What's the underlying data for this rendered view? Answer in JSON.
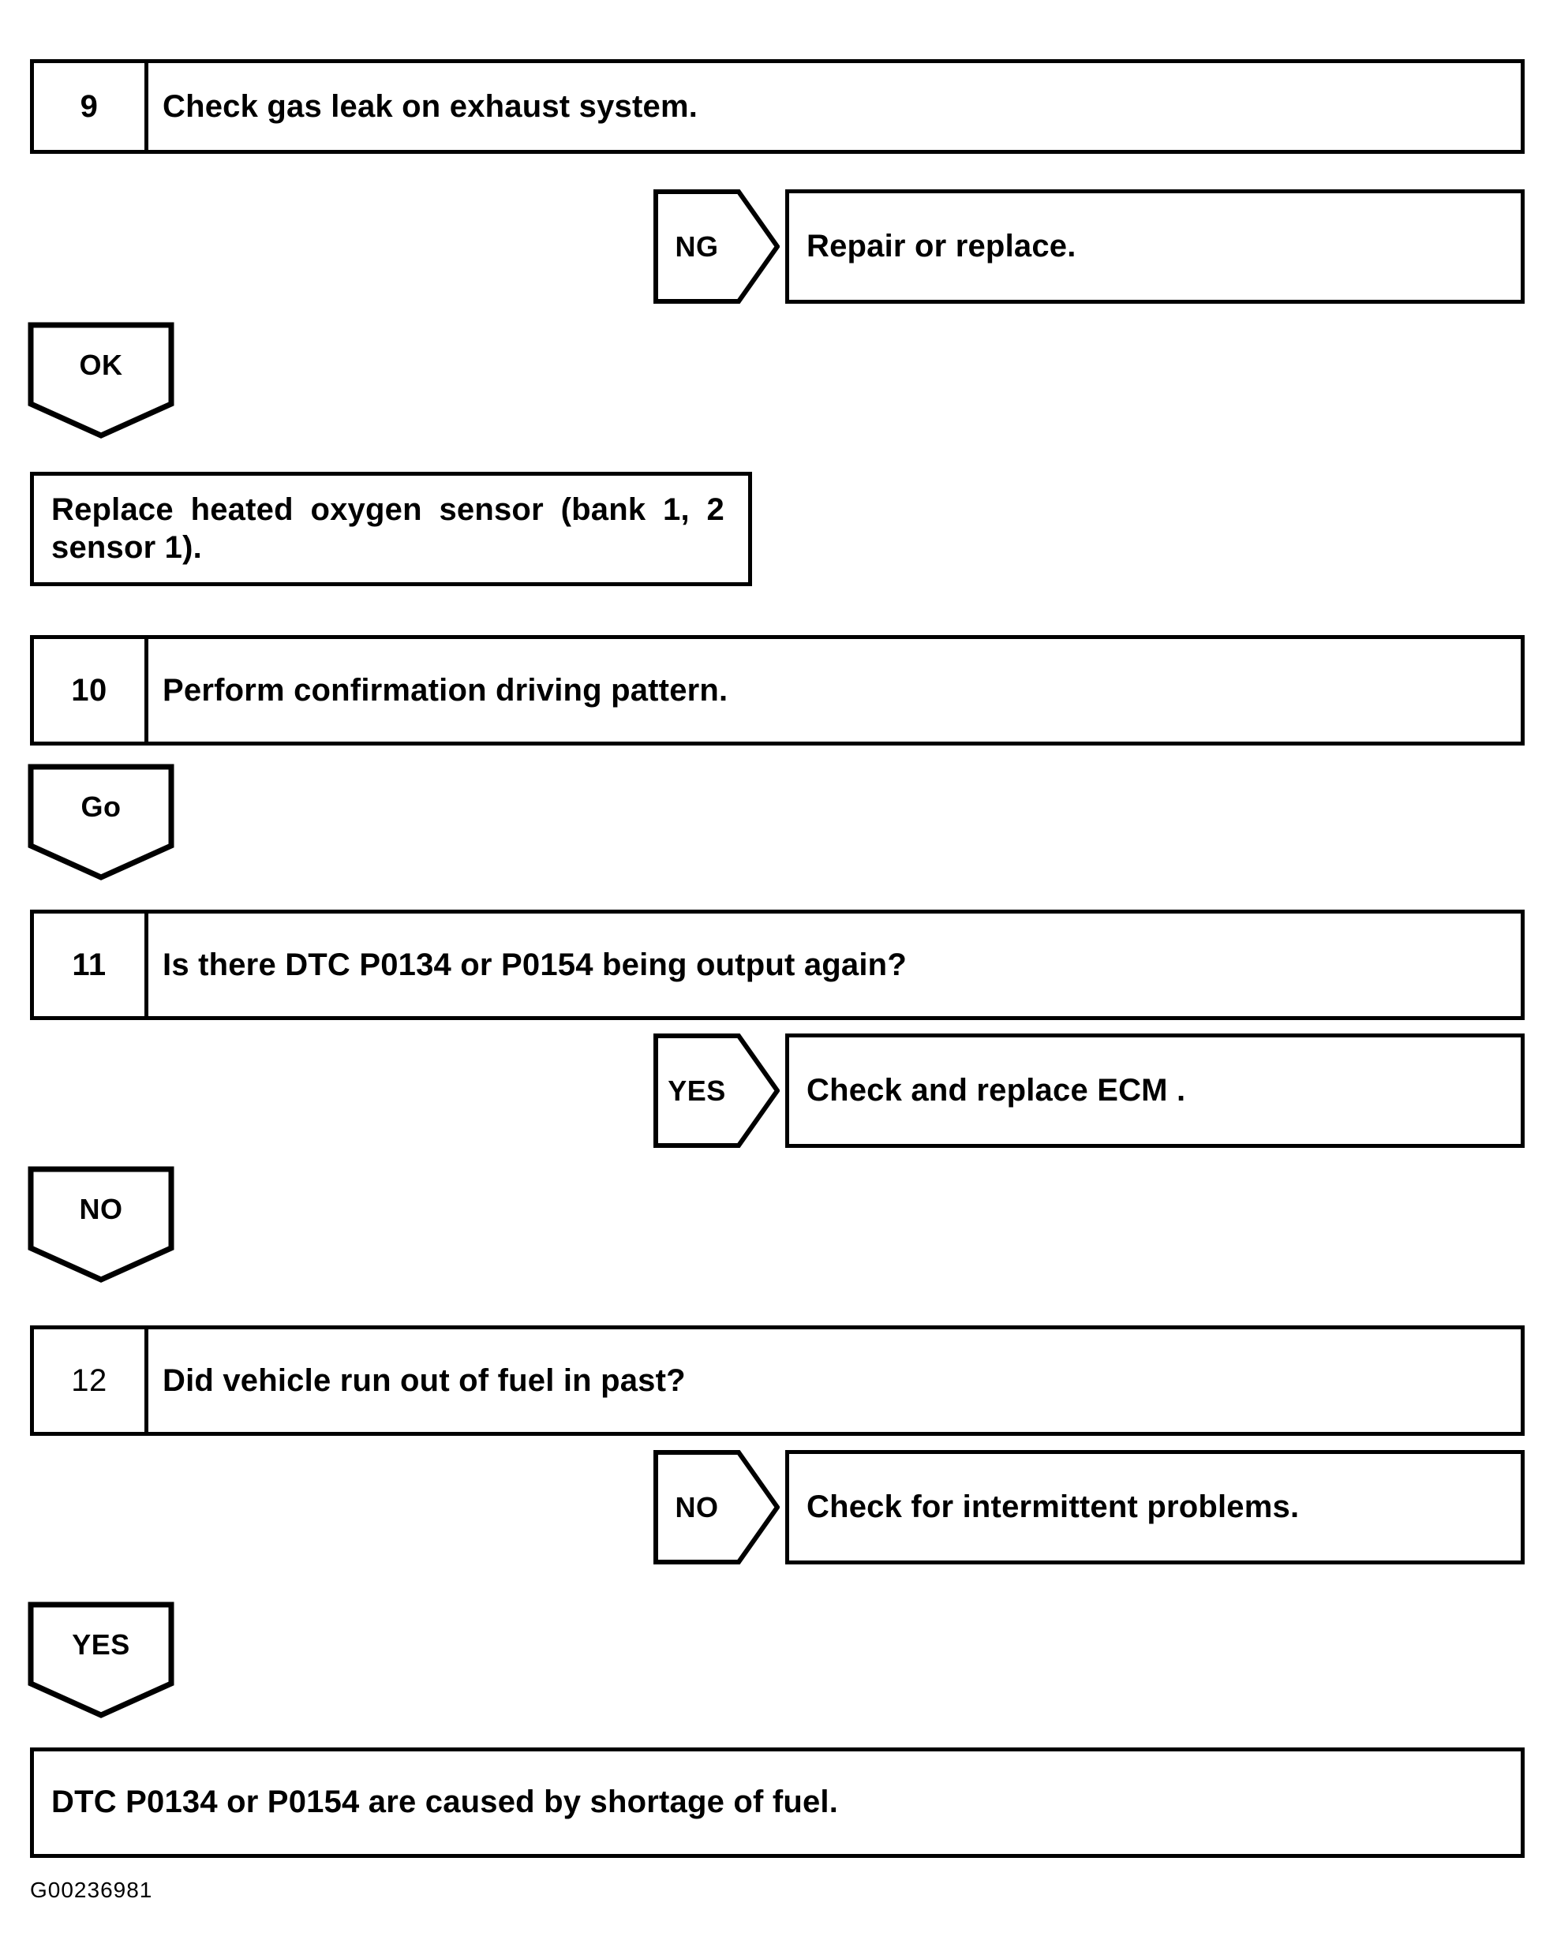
{
  "document": {
    "caption": "G00236981"
  },
  "flow": {
    "steps": [
      {
        "number": "9",
        "text": "Check gas leak on exhaust system."
      },
      {
        "number": "10",
        "text": "Perform confirmation driving pattern."
      },
      {
        "number": "11",
        "text": "Is there DTC P0134 or P0154 being output again?"
      },
      {
        "number": "12",
        "text": "Did vehicle run out of fuel in past?"
      }
    ],
    "branches": [
      {
        "label": "NG",
        "action": "Repair or replace."
      },
      {
        "label": "YES",
        "action": "Check and replace ECM ."
      },
      {
        "label": "NO",
        "action": "Check for intermittent problems."
      }
    ],
    "continuations": [
      {
        "label": "OK"
      },
      {
        "label": "Go"
      },
      {
        "label": "NO"
      },
      {
        "label": "YES"
      }
    ],
    "results": [
      {
        "text": "Replace heated oxygen sensor (bank 1, 2 sensor 1)."
      },
      {
        "text": "DTC P0134 or P0154 are caused by shortage of fuel."
      }
    ]
  }
}
